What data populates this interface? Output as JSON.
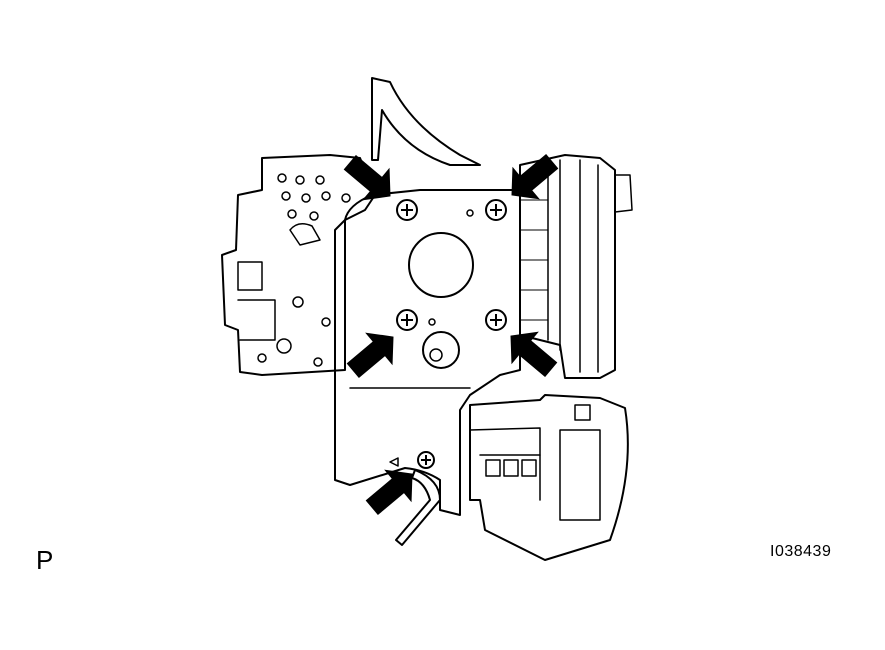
{
  "figure": {
    "corner_label": "P",
    "figure_id": "I038439",
    "colors": {
      "ink": "#000000",
      "paper": "#ffffff"
    },
    "arrows_pointing_to": [
      "screw-1",
      "screw-2",
      "screw-3",
      "screw-4",
      "screw-5"
    ]
  }
}
